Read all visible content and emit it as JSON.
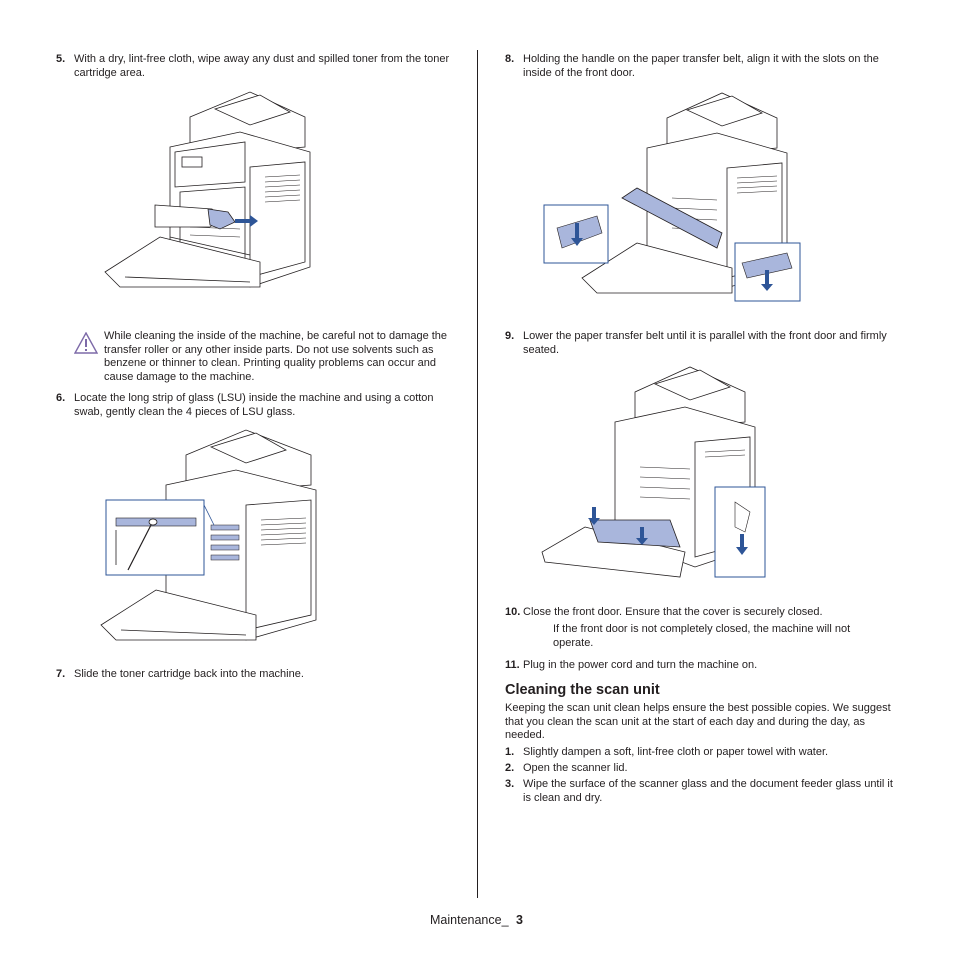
{
  "left_column": {
    "step5": {
      "number": "5.",
      "text": "With a dry, lint-free cloth, wipe away any dust and spilled toner from the toner cartridge area."
    },
    "caution": {
      "icon": "caution-triangle-icon",
      "text": "While cleaning the inside of the machine, be careful not to damage the transfer roller or any other inside parts. Do not use solvents such as benzene or thinner to clean. Printing quality problems can occur and cause damage to the machine."
    },
    "step6": {
      "number": "6.",
      "text": "Locate the long strip of glass (LSU) inside the machine and using a cotton swab, gently clean the 4 pieces of LSU glass."
    },
    "step7": {
      "number": "7.",
      "text": "Slide the toner cartridge back into the machine."
    }
  },
  "right_column": {
    "step8": {
      "number": "8.",
      "text": "Holding the handle on the paper transfer belt, align it with the slots on the inside of the front door."
    },
    "step9": {
      "number": "9.",
      "text": "Lower the paper transfer belt until it is parallel with the front door and firmly seated."
    },
    "step10": {
      "number": "10.",
      "text": "Close the front door. Ensure that the cover is securely closed."
    },
    "note10": {
      "icon": "note-pencil-icon",
      "text": "If the front door is not completely closed, the machine will not operate."
    },
    "step11": {
      "number": "11.",
      "text": "Plug in the power cord and turn the machine on."
    },
    "section": {
      "heading": "Cleaning the scan unit",
      "intro": "Keeping the scan unit clean helps ensure the best possible copies. We suggest that you clean the scan unit at the start of each day and during the day, as needed.",
      "steps": [
        {
          "number": "1.",
          "text": "Slightly dampen a soft, lint-free cloth or paper towel with water."
        },
        {
          "number": "2.",
          "text": "Open the scanner lid."
        },
        {
          "number": "3.",
          "text": "Wipe the surface of the scanner glass and the document feeder glass until it is clean and dry."
        }
      ]
    }
  },
  "footer": {
    "label": "Maintenance_",
    "page": "3"
  },
  "colors": {
    "text": "#231f20",
    "accent_blue": "#2e5597",
    "highlight_blue": "#a9b6dc",
    "caution_purple": "#7d6aa8"
  }
}
